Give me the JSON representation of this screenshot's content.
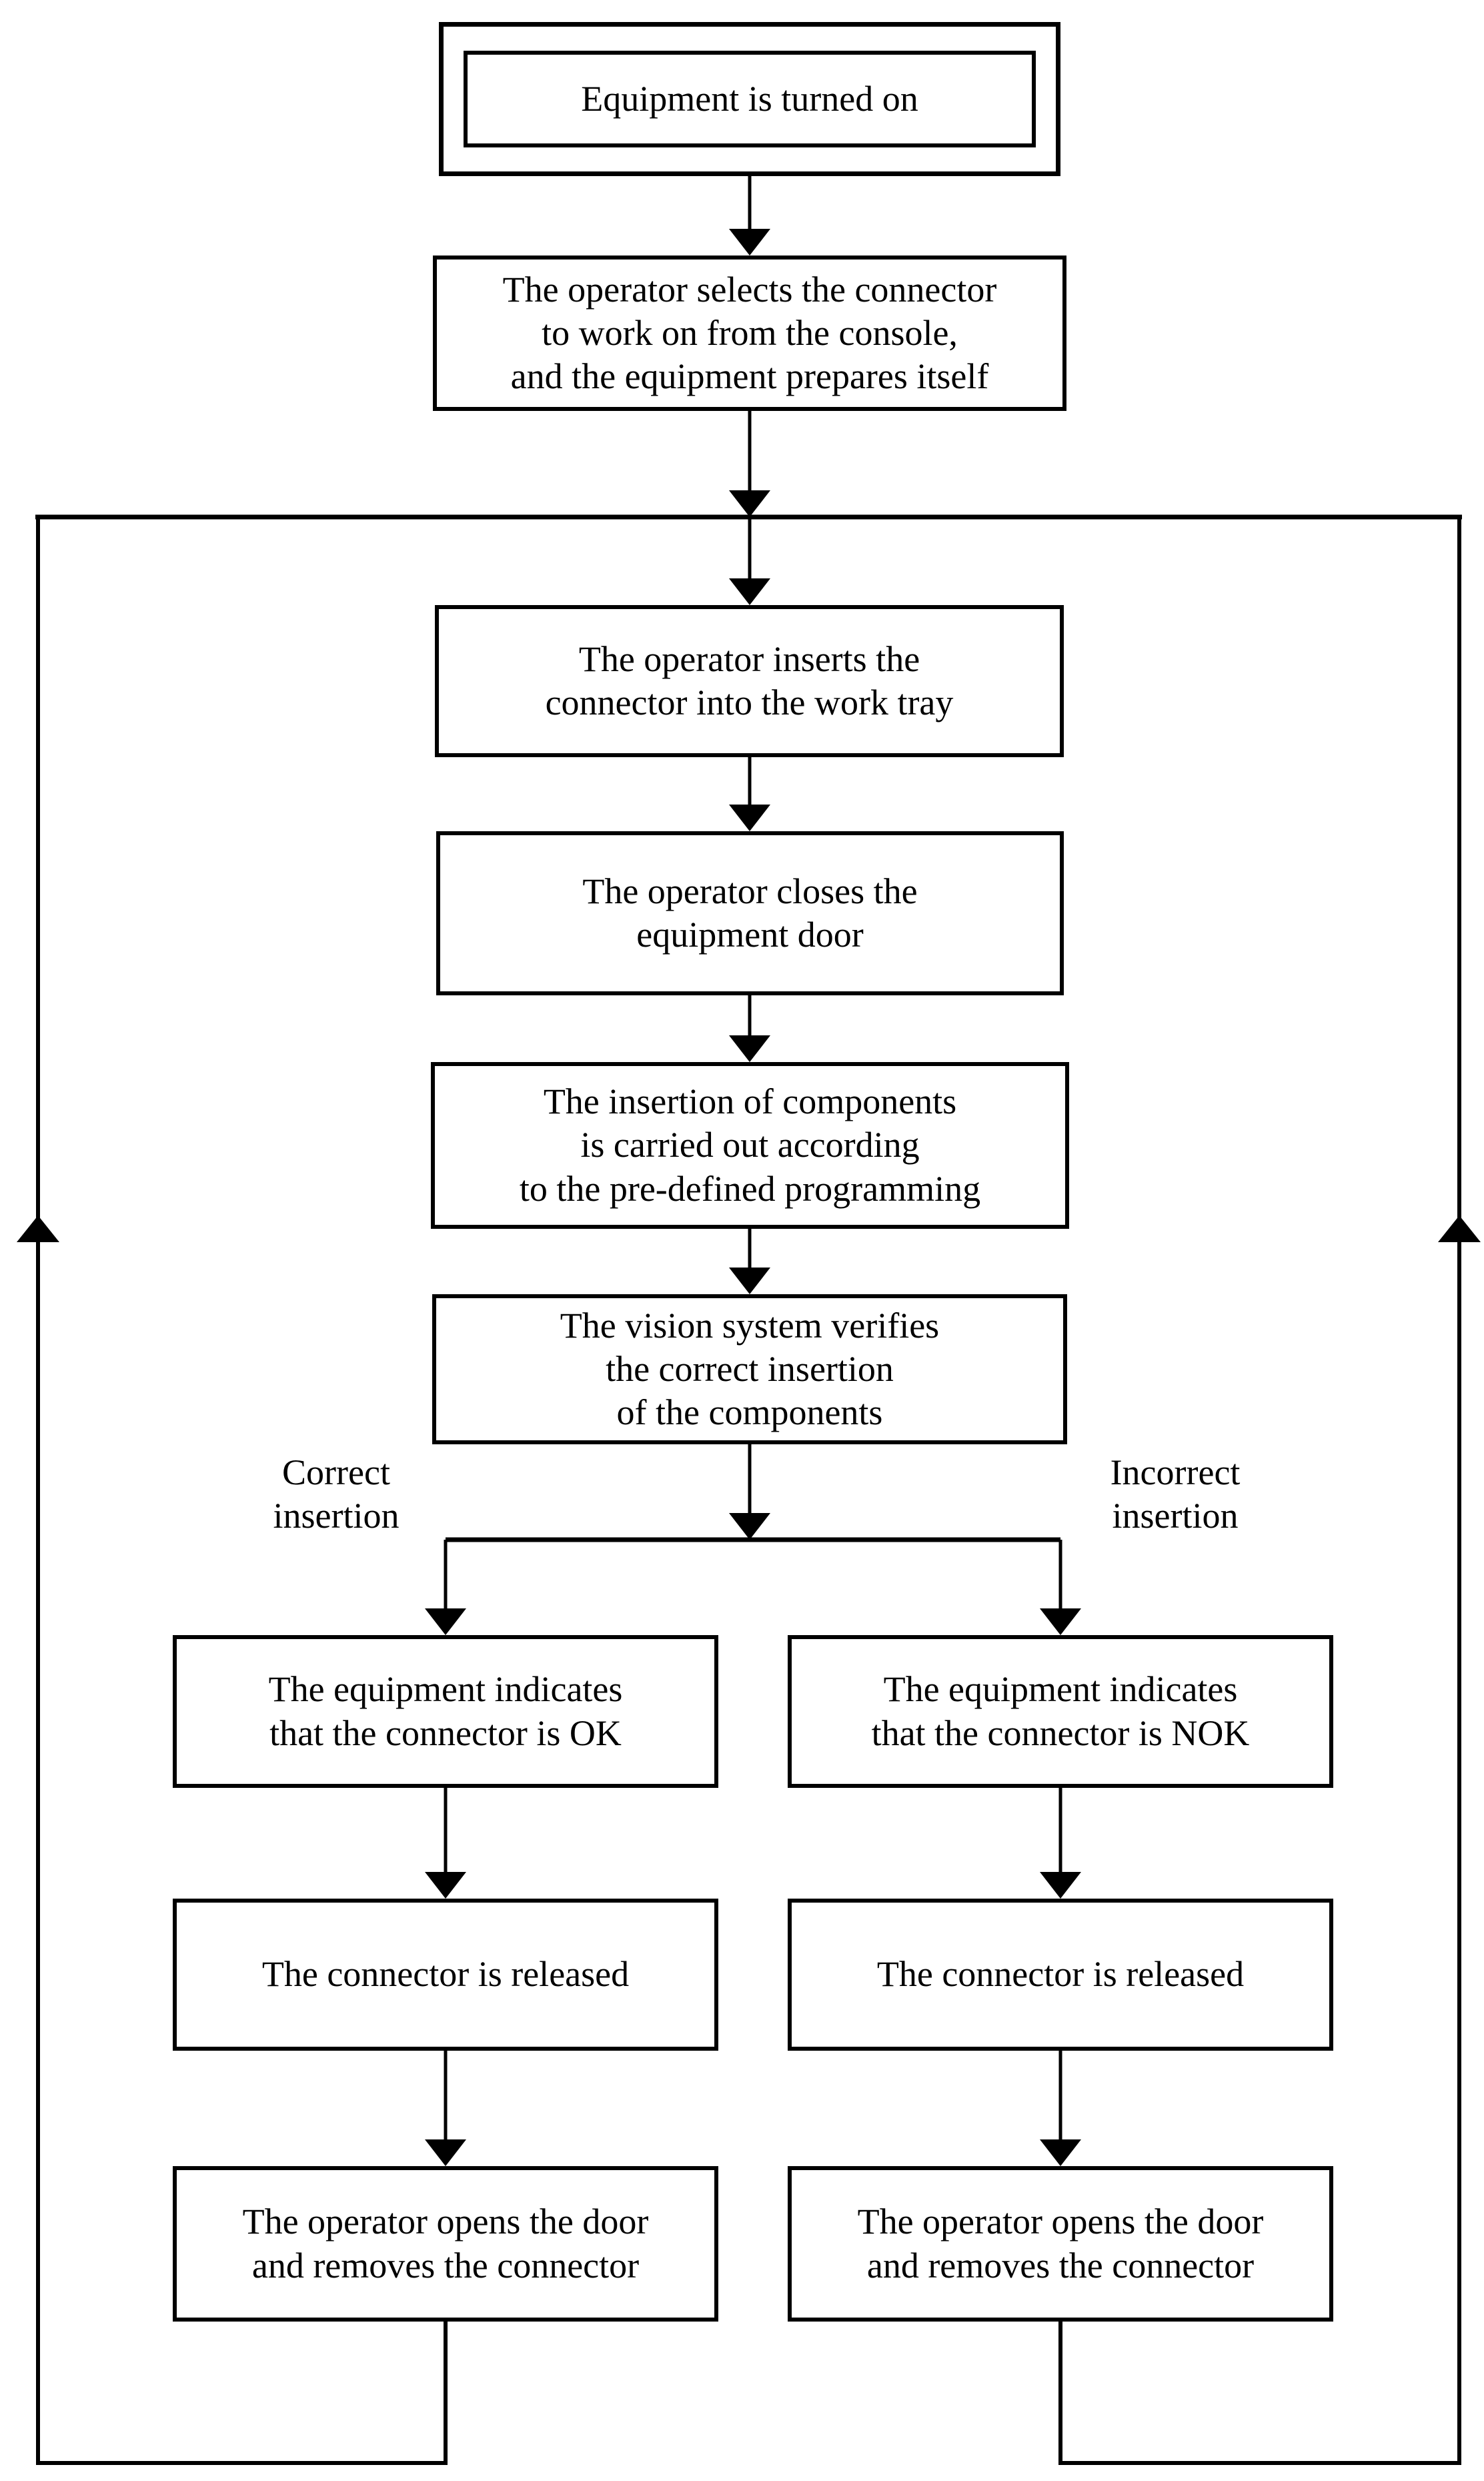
{
  "diagram": {
    "background_color": "#ffffff",
    "line_color": "#000000",
    "box_fill_color": "#ffffff",
    "boxes": {
      "equipment_on": {
        "text": "Equipment is turned on"
      },
      "select_connector": {
        "text": "The operator selects the connector\nto work on from the console,\nand the equipment prepares itself"
      },
      "insert_connector": {
        "text": "The operator inserts the\nconnector into the work tray"
      },
      "close_door": {
        "text": "The operator closes the\nequipment door"
      },
      "component_insertion": {
        "text": "The insertion of components\nis carried out according\nto the pre-defined programming"
      },
      "vision_check": {
        "text": "The vision system verifies\nthe correct insertion\nof the components"
      },
      "indicate_ok": {
        "text": "The equipment indicates\nthat the connector is OK"
      },
      "indicate_nok": {
        "text": "The equipment indicates\nthat the connector is NOK"
      },
      "released_ok": {
        "text": "The connector is released"
      },
      "released_nok": {
        "text": "The connector is released"
      },
      "remove_ok": {
        "text": "The operator opens the door\nand removes the connector"
      },
      "remove_nok": {
        "text": "The operator opens the door\nand removes the connector"
      }
    },
    "branch_labels": {
      "correct": {
        "text": "Correct\ninsertion"
      },
      "incorrect": {
        "text": "Incorrect\ninsertion"
      }
    }
  }
}
